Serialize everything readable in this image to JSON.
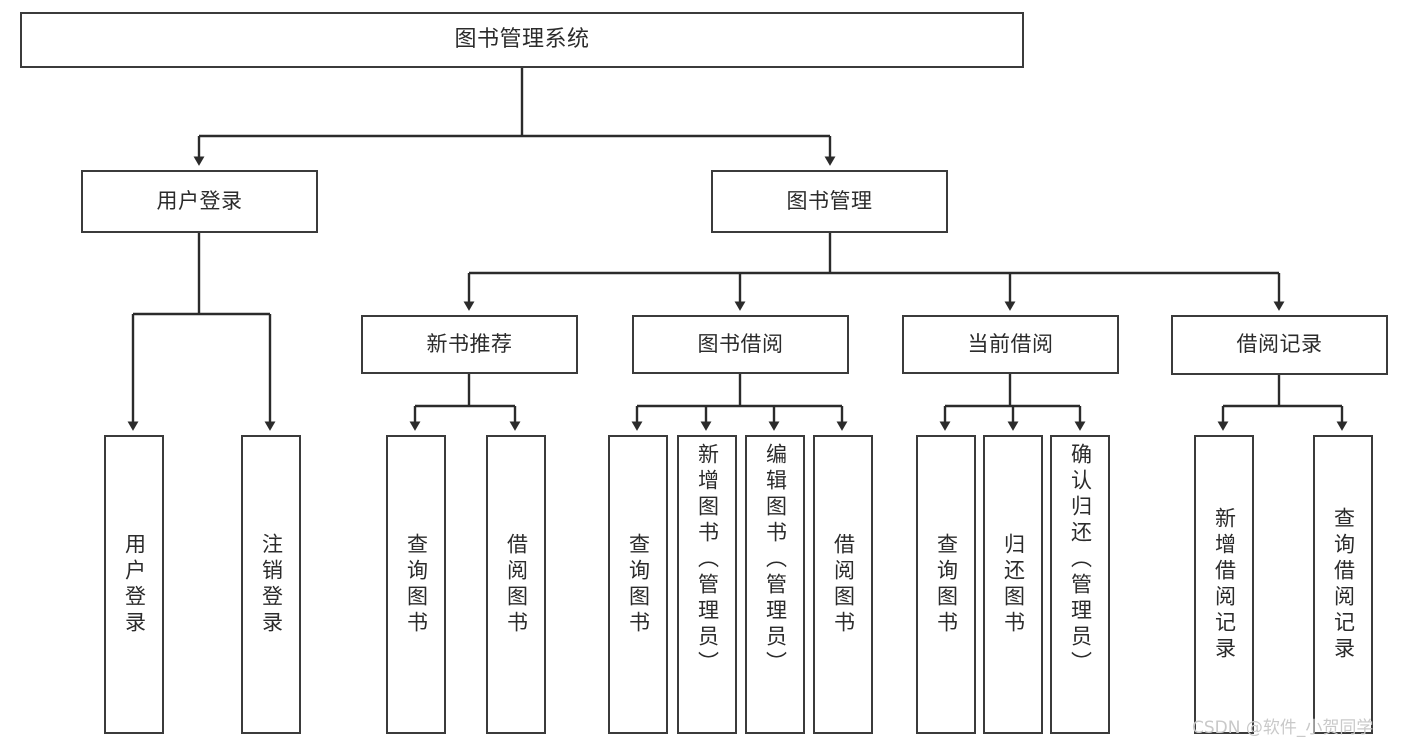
{
  "diagram": {
    "type": "tree",
    "title": "图书管理系统",
    "watermark": "CSDN @软件_小贺同学",
    "colors": {
      "box_border": "#3b3b3b",
      "box_fill": "#ffffff",
      "connector": "#2b2b2b",
      "text": "#2b2b2b",
      "watermark": "#c9c9c9",
      "background": "#ffffff"
    },
    "nodes": {
      "root": {
        "label": "图书管理系统"
      },
      "level1": [
        {
          "id": "user-login",
          "label": "用户登录"
        },
        {
          "id": "book-manage",
          "label": "图书管理"
        }
      ],
      "level2": [
        {
          "id": "new-book-rec",
          "label": "新书推荐",
          "parent": "book-manage"
        },
        {
          "id": "book-borrow",
          "label": "图书借阅",
          "parent": "book-manage"
        },
        {
          "id": "current-borrow",
          "label": "当前借阅",
          "parent": "book-manage"
        },
        {
          "id": "borrow-record",
          "label": "借阅记录",
          "parent": "book-manage"
        }
      ],
      "leaves": [
        {
          "id": "leaf-user-login",
          "label": "用户登录",
          "parent": "user-login"
        },
        {
          "id": "leaf-logout",
          "label": "注销登录",
          "parent": "user-login"
        },
        {
          "id": "leaf-query-book-1",
          "label": "查询图书",
          "parent": "new-book-rec"
        },
        {
          "id": "leaf-borrow-book-1",
          "label": "借阅图书",
          "parent": "new-book-rec"
        },
        {
          "id": "leaf-query-book-2",
          "label": "查询图书",
          "parent": "book-borrow"
        },
        {
          "id": "leaf-add-book",
          "label": "新增图书（管理员）",
          "parent": "book-borrow"
        },
        {
          "id": "leaf-edit-book",
          "label": "编辑图书（管理员）",
          "parent": "book-borrow"
        },
        {
          "id": "leaf-borrow-book-2",
          "label": "借阅图书",
          "parent": "book-borrow"
        },
        {
          "id": "leaf-query-book-3",
          "label": "查询图书",
          "parent": "current-borrow"
        },
        {
          "id": "leaf-return-book",
          "label": "归还图书",
          "parent": "current-borrow"
        },
        {
          "id": "leaf-confirm-return",
          "label": "确认归还（管理员）",
          "parent": "current-borrow"
        },
        {
          "id": "leaf-add-record",
          "label": "新增借阅记录",
          "parent": "borrow-record"
        },
        {
          "id": "leaf-query-record",
          "label": "查询借阅记录",
          "parent": "borrow-record"
        }
      ]
    }
  }
}
